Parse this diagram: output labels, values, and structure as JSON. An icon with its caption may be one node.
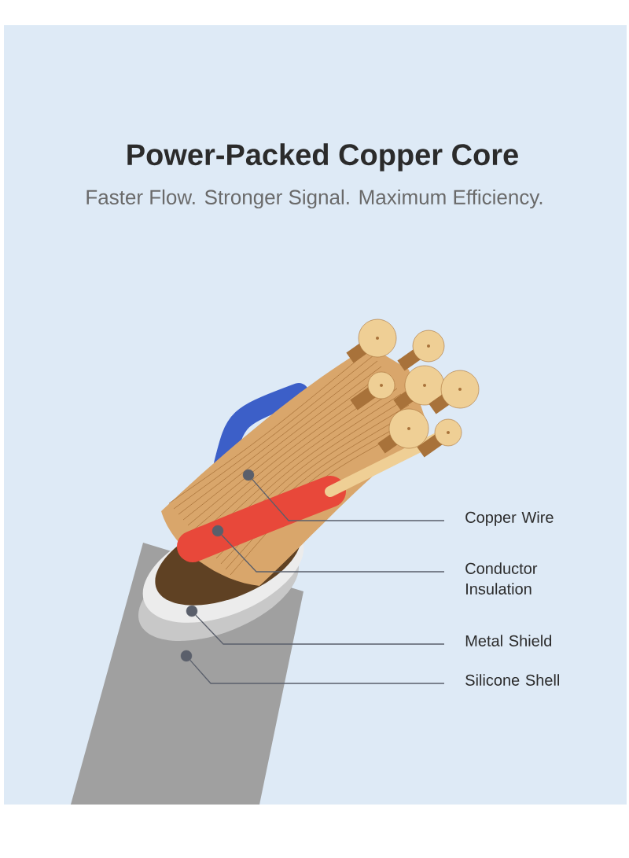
{
  "diagram": {
    "title": "Power-Packed Copper Core",
    "nodes": [
      {
        "text": [
          "Copper Wire"
        ]
      },
      {
        "text": [
          "Conductor Insulation"
        ]
      },
      {
        "text": [
          "Metal Shield"
        ]
      },
      {
        "text": [
          "Silicone Shell"
        ]
      },
      {
        "text": [],
        "shape": "circle"
      },
      {
        "text": [],
        "shape": "circle"
      },
      {
        "text": [],
        "shape": "circle"
      },
      {
        "text": [],
        "shape": "circle"
      }
    ],
    "edges": [
      {
        "from": 0,
        "to": 4,
        "arrow": "none"
      },
      {
        "from": 1,
        "to": 5,
        "arrow": "none"
      },
      {
        "from": 2,
        "to": 6,
        "arrow": "none"
      },
      {
        "from": 3,
        "to": 7,
        "arrow": "none"
      }
    ],
    "labels": [
      "Faster Flow. Stronger Signal. Maximum Efficiency."
    ]
  }
}
